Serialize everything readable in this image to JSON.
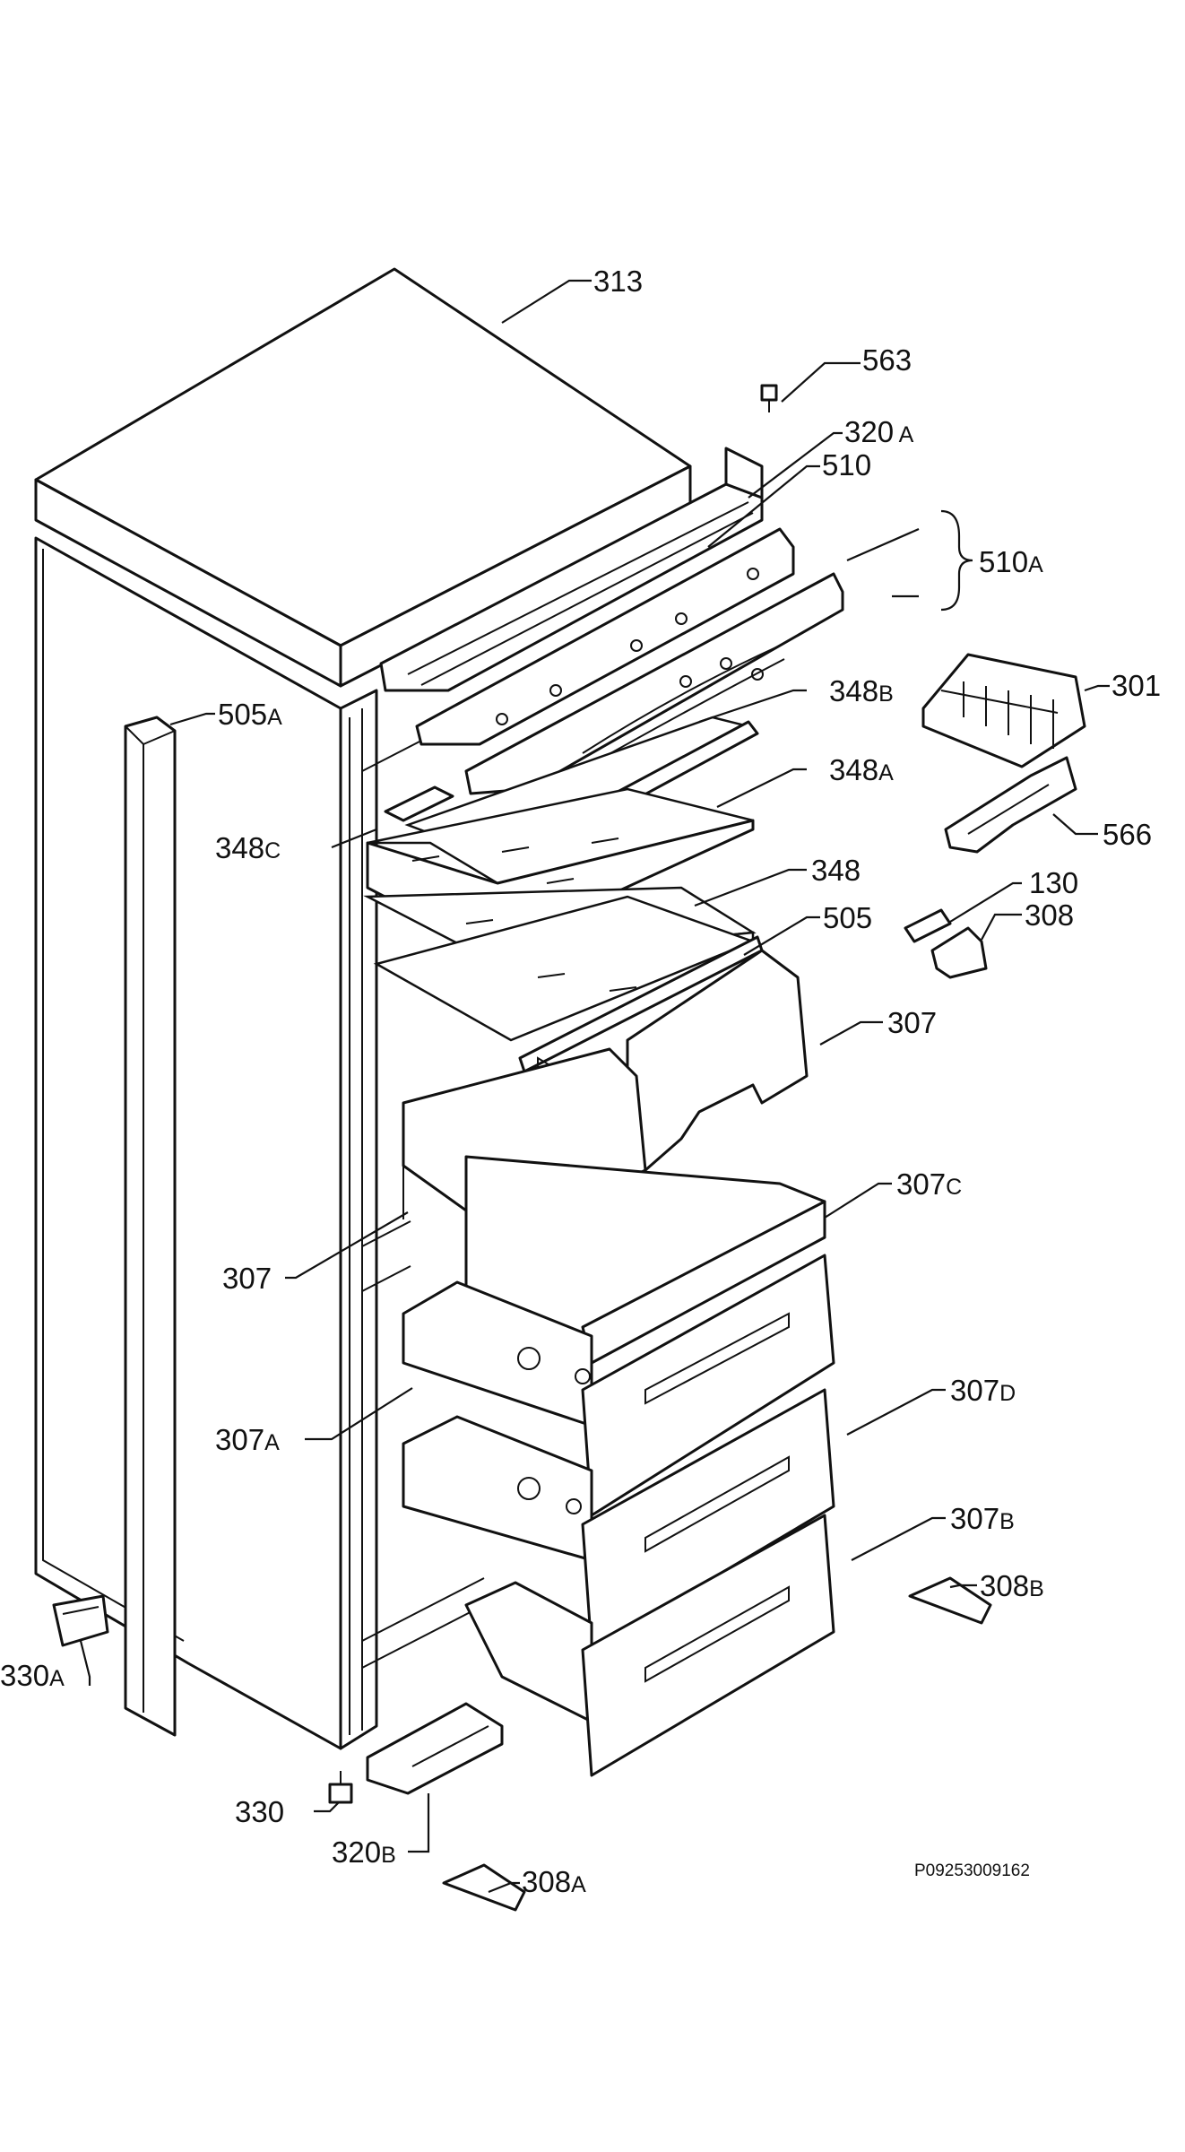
{
  "diagram": {
    "code": "P09253009162",
    "parts": [
      {
        "id": "313",
        "num": "313",
        "suffix": ""
      },
      {
        "id": "563",
        "num": "563",
        "suffix": ""
      },
      {
        "id": "320a",
        "num": "320",
        "suffix": " A"
      },
      {
        "id": "510",
        "num": "510",
        "suffix": ""
      },
      {
        "id": "510a",
        "num": "510",
        "suffix": "A"
      },
      {
        "id": "301",
        "num": "301",
        "suffix": ""
      },
      {
        "id": "348b",
        "num": "348",
        "suffix": "B"
      },
      {
        "id": "505a",
        "num": "505",
        "suffix": "A"
      },
      {
        "id": "348a",
        "num": "348",
        "suffix": "A"
      },
      {
        "id": "566",
        "num": "566",
        "suffix": ""
      },
      {
        "id": "348c",
        "num": "348",
        "suffix": "C"
      },
      {
        "id": "348",
        "num": "348",
        "suffix": ""
      },
      {
        "id": "130",
        "num": "130",
        "suffix": ""
      },
      {
        "id": "505",
        "num": "505",
        "suffix": ""
      },
      {
        "id": "308",
        "num": "308",
        "suffix": ""
      },
      {
        "id": "307r",
        "num": "307",
        "suffix": ""
      },
      {
        "id": "307c",
        "num": "307",
        "suffix": "C"
      },
      {
        "id": "307l",
        "num": "307",
        "suffix": ""
      },
      {
        "id": "307d",
        "num": "307",
        "suffix": "D"
      },
      {
        "id": "307a",
        "num": "307",
        "suffix": "A"
      },
      {
        "id": "307b",
        "num": "307",
        "suffix": "B"
      },
      {
        "id": "308b",
        "num": "308",
        "suffix": "B"
      },
      {
        "id": "330a",
        "num": "330",
        "suffix": "A"
      },
      {
        "id": "330",
        "num": "330",
        "suffix": ""
      },
      {
        "id": "320b",
        "num": "320",
        "suffix": "B"
      },
      {
        "id": "308a",
        "num": "308",
        "suffix": "A"
      }
    ]
  }
}
